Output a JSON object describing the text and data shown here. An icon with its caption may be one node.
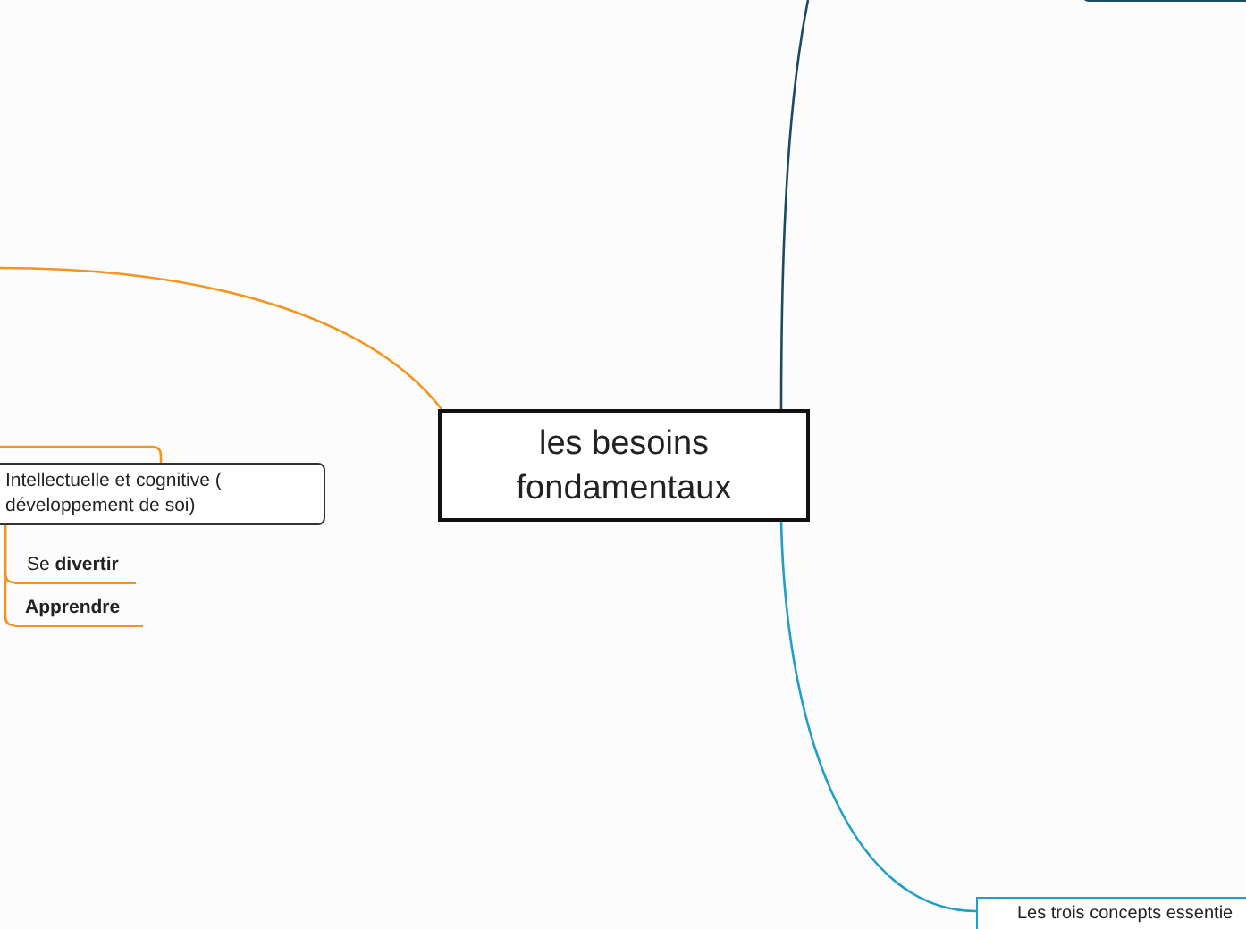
{
  "diagram": {
    "nodes": [
      {
        "text": [
          "les besoins fondamentaux"
        ]
      },
      {
        "text": [
          "Intellectuelle et cognitive ( développement de soi)"
        ]
      },
      {
        "text": [
          "Se **divertir**"
        ]
      },
      {
        "text": [
          "Apprendre"
        ]
      },
      {
        "text": [
          "Les trois concepts essentie"
        ]
      },
      {
        "text": [],
        "shape": "box"
      }
    ],
    "edges": [
      {
        "from": 0,
        "to": null,
        "arrow": "none",
        "color": "#f7931e"
      },
      {
        "from": 0,
        "to": null,
        "arrow": "none",
        "color": "#1d4a63"
      },
      {
        "from": 0,
        "to": 4,
        "arrow": "none",
        "color": "#1f9fc9"
      },
      {
        "from": 1,
        "to": 2,
        "arrow": "none",
        "color": "#f7931e"
      },
      {
        "from": 1,
        "to": 3,
        "arrow": "none",
        "color": "#f7931e"
      }
    ]
  }
}
